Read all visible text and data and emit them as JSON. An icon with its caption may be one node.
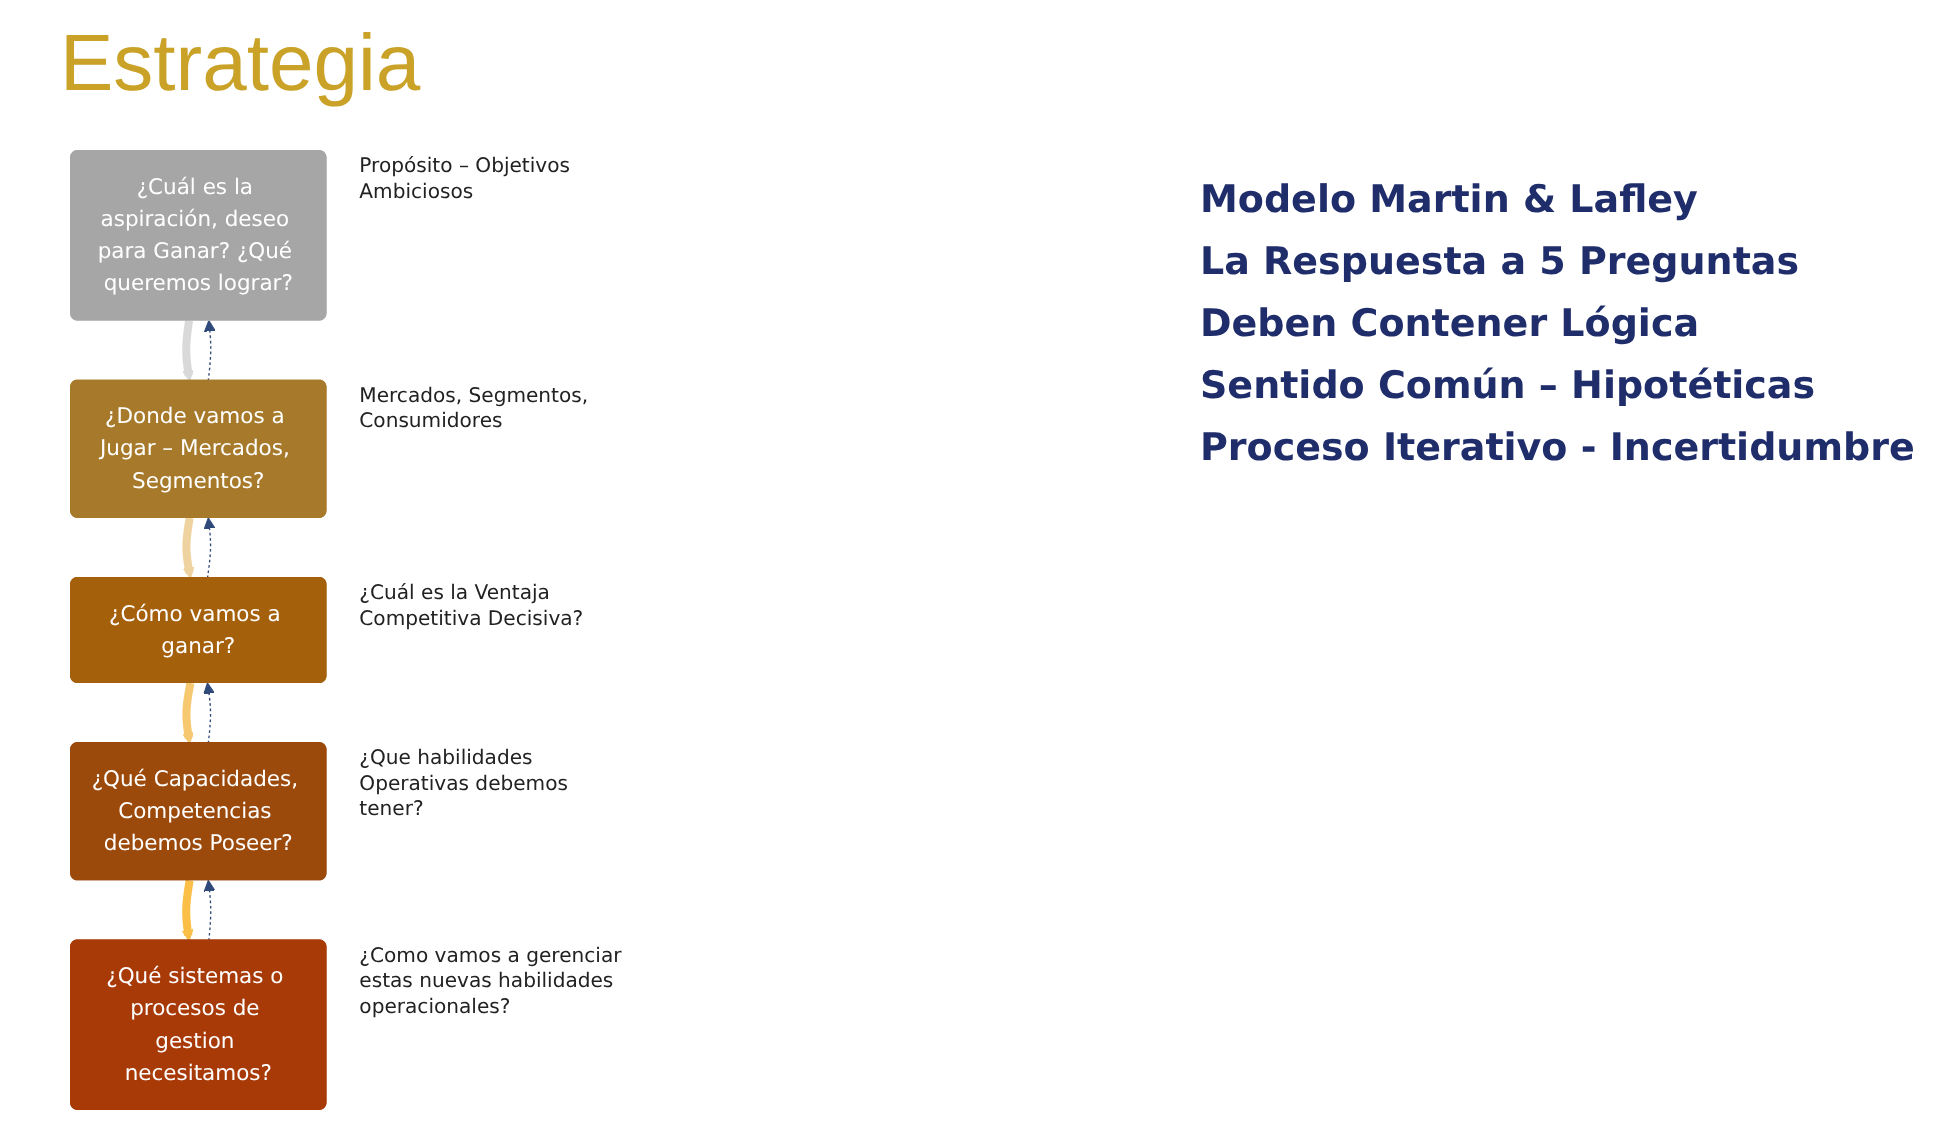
{
  "diagram": {
    "title": "Estrategia",
    "nodes": [
      {
        "text": [
          "¿Cuál es la aspiración, deseo para Ganar? ¿Qué queremos lograr?"
        ],
        "beside": [
          "Propósito – Objetivos Ambiciosos"
        ]
      },
      {
        "text": [
          "¿Donde vamos a Jugar – Mercados, Segmentos?"
        ],
        "beside": [
          "Mercados, Segmentos, Consumidores"
        ]
      },
      {
        "text": [
          "¿Cómo vamos a ganar?"
        ],
        "beside": [
          "¿Cuál es la Ventaja Competitiva Decisiva?"
        ]
      },
      {
        "text": [
          "¿Qué Capacidades, Competencias debemos Poseer?"
        ],
        "beside": [
          "¿Que habilidades Operativas debemos tener?"
        ]
      },
      {
        "text": [
          "¿Qué sistemas o procesos de gestion necesitamos?"
        ],
        "beside": [
          "¿Como vamos a gerenciar estas nuevas habilidades operacionales?"
        ]
      }
    ],
    "edges": [
      {
        "from": 0,
        "to": 1,
        "arrow": "to",
        "style": "thick",
        "color": "#d9d9d9"
      },
      {
        "from": 1,
        "to": 0,
        "arrow": "to",
        "style": "dashed",
        "color": "#2f4a7a"
      },
      {
        "from": 1,
        "to": 2,
        "arrow": "to",
        "style": "thick",
        "color": "#eed3a0"
      },
      {
        "from": 2,
        "to": 1,
        "arrow": "to",
        "style": "dashed",
        "color": "#2f4a7a"
      },
      {
        "from": 2,
        "to": 3,
        "arrow": "to",
        "style": "thick",
        "color": "#f6c870"
      },
      {
        "from": 3,
        "to": 2,
        "arrow": "to",
        "style": "dashed",
        "color": "#2f4a7a"
      },
      {
        "from": 3,
        "to": 4,
        "arrow": "to",
        "style": "thick",
        "color": "#fbbf48"
      },
      {
        "from": 4,
        "to": 3,
        "arrow": "to",
        "style": "dashed",
        "color": "#2f4a7a"
      }
    ],
    "labels": [
      "Modelo Martin & Lafley",
      "La Respuesta a 5 Preguntas",
      "Deben Contener Lógica",
      "Sentido Común – Hipotéticas",
      "Proceso Iterativo - Incertidumbre"
    ]
  }
}
